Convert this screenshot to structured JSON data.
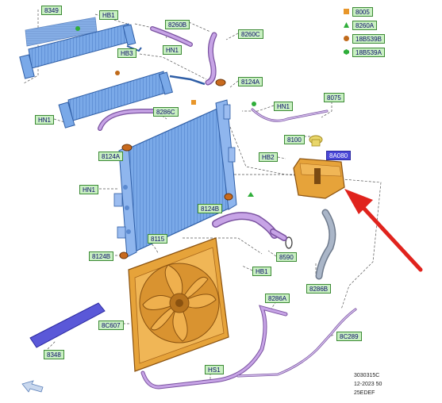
{
  "labels": {
    "l8349": "8349",
    "lHB1a": "HB1",
    "l8260B": "8260B",
    "l8260C": "8260C",
    "lHB3": "HB3",
    "lHN1a": "HN1",
    "l8124Aa": "8124A",
    "lHN1b": "HN1",
    "l8286C": "8286C",
    "lHN1c": "HN1",
    "l8075": "8075",
    "l8124Ab": "8124A",
    "l8100": "8100",
    "lHB2": "HB2",
    "l8A080": "8A080",
    "lHN1d": "HN1",
    "l8124B": "8124B",
    "l8115": "8115",
    "l8124Bb": "8124B",
    "l8590": "8590",
    "lHB1b": "HB1",
    "l8286B": "8286B",
    "l8286A": "8286A",
    "l8C607": "8C607",
    "l8C289": "8C289",
    "lHS1": "HS1",
    "l8348": "8348"
  },
  "legend": [
    {
      "code": "8005",
      "marker": "square",
      "color": "#e8962a"
    },
    {
      "code": "8260A",
      "marker": "triangle",
      "color": "#2fae3a"
    },
    {
      "code": "18B539B",
      "marker": "circle",
      "color": "#c06a1a"
    },
    {
      "code": "18B539A",
      "marker": "hexagon",
      "color": "#2fae3a"
    }
  ],
  "footer": {
    "line1": "3030315C",
    "line2": "12-2023 50",
    "line3": "25EDEF"
  },
  "colors": {
    "radiator": "#6f9fe0",
    "radiator_dark": "#3f6fb8",
    "shroud": "#e6a33a",
    "shroud_dark": "#a9671a",
    "hose": "#b48ad6",
    "hose_dark": "#7a52a0",
    "label_bg": "#c9f0c2",
    "highlight": "#4a48d8",
    "arrow": "#e0231d"
  }
}
